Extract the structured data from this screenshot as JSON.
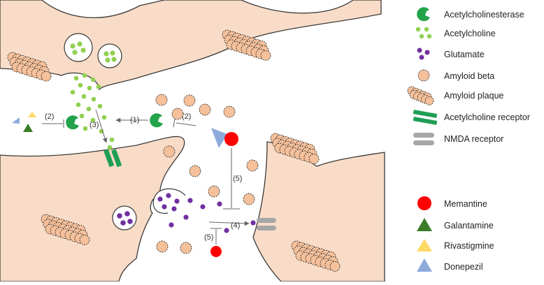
{
  "colors": {
    "neuron_fill": "#f9dcc7",
    "neuron_stroke": "#3a3a3a",
    "acetylcholinesterase": "#22a34a",
    "acetylcholine": "#92d050",
    "glutamate": "#7030a0",
    "amyloid_beta": "#f5c09a",
    "acetylcholine_receptor": "#1f9e55",
    "nmda_receptor": "#a6a6a6",
    "memantine": "#ff0000",
    "galantamine": "#3a7d28",
    "rivastigmine": "#ffd966",
    "donepezil": "#8eaadb"
  },
  "legend": {
    "acetylcholinesterase": "Acetylcholinesterase",
    "acetylcholine": "Acetylcholine",
    "glutamate": "Glutamate",
    "amyloid_beta": "Amyloid beta",
    "amyloid_plaque": "Amyloid plaque",
    "acetylcholine_receptor": "Acetylcholine receptor",
    "nmda_receptor": "NMDA receptor",
    "memantine": "Memantine",
    "galantamine": "Galantamine",
    "rivastigmine": "Rivastigmine",
    "donepezil": "Donepezil"
  },
  "steps": {
    "s1": "(1)",
    "s2_left": "(2)",
    "s2_right": "(2)",
    "s3": "(3)",
    "s4": "(4)",
    "s5_upper": "(5)",
    "s5_lower": "(5)"
  }
}
